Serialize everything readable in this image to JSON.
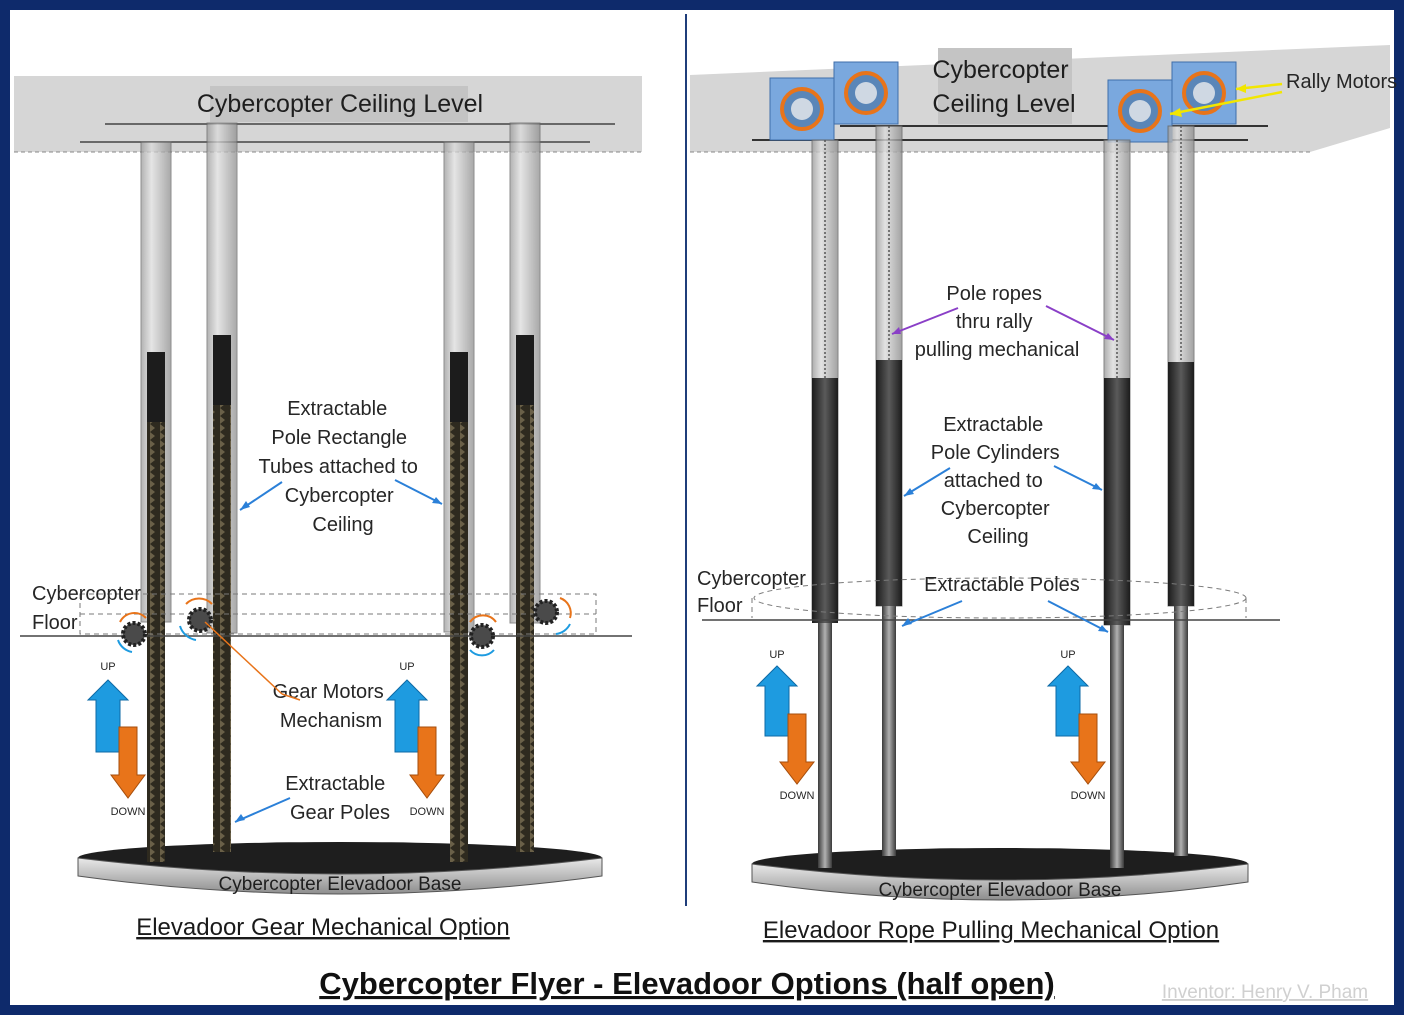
{
  "title": "Cybercopter Flyer - Elevadoor Options (half open)",
  "credit": "Inventor: Henry V. Pham",
  "left_panel": {
    "ceiling_label": "Cybercopter Ceiling Level",
    "tubes_label": [
      "Extractable",
      "Pole Rectangle",
      "Tubes attached to",
      "Cybercopter",
      "Ceiling"
    ],
    "floor_label": [
      "Cybercopter",
      "Floor"
    ],
    "gear_label": [
      "Gear Motors",
      "Mechanism"
    ],
    "gear_poles_label": [
      "Extractable",
      "Gear Poles"
    ],
    "up": "UP",
    "down": "DOWN",
    "base_label": "Cybercopter Elevadoor Base",
    "caption": "Elevadoor Gear Mechanical Option"
  },
  "right_panel": {
    "ceiling_label": [
      "Cybercopter",
      "Ceiling Level"
    ],
    "motors_label": "Rally Motors",
    "ropes_label": [
      "Pole ropes",
      "thru rally",
      "pulling mechanical"
    ],
    "cylinders_label": [
      "Extractable",
      "Pole Cylinders",
      "attached to",
      "Cybercopter",
      "Ceiling"
    ],
    "floor_label": [
      "Cybercopter",
      "Floor"
    ],
    "poles_label": "Extractable Poles",
    "up": "UP",
    "down": "DOWN",
    "base_label": "Cybercopter Elevadoor Base",
    "caption": "Elevadoor Rope Pulling Mechanical Option"
  },
  "colors": {
    "border": "#0e2a6b",
    "up_arrow": "#1e9be0",
    "down_arrow": "#e8741a",
    "leader_blue": "#2b80d8",
    "leader_orange": "#e8741a",
    "leader_purple": "#8a3fc7",
    "leader_yellow": "#f2e600",
    "ceiling_band": "#d6d6d6"
  }
}
